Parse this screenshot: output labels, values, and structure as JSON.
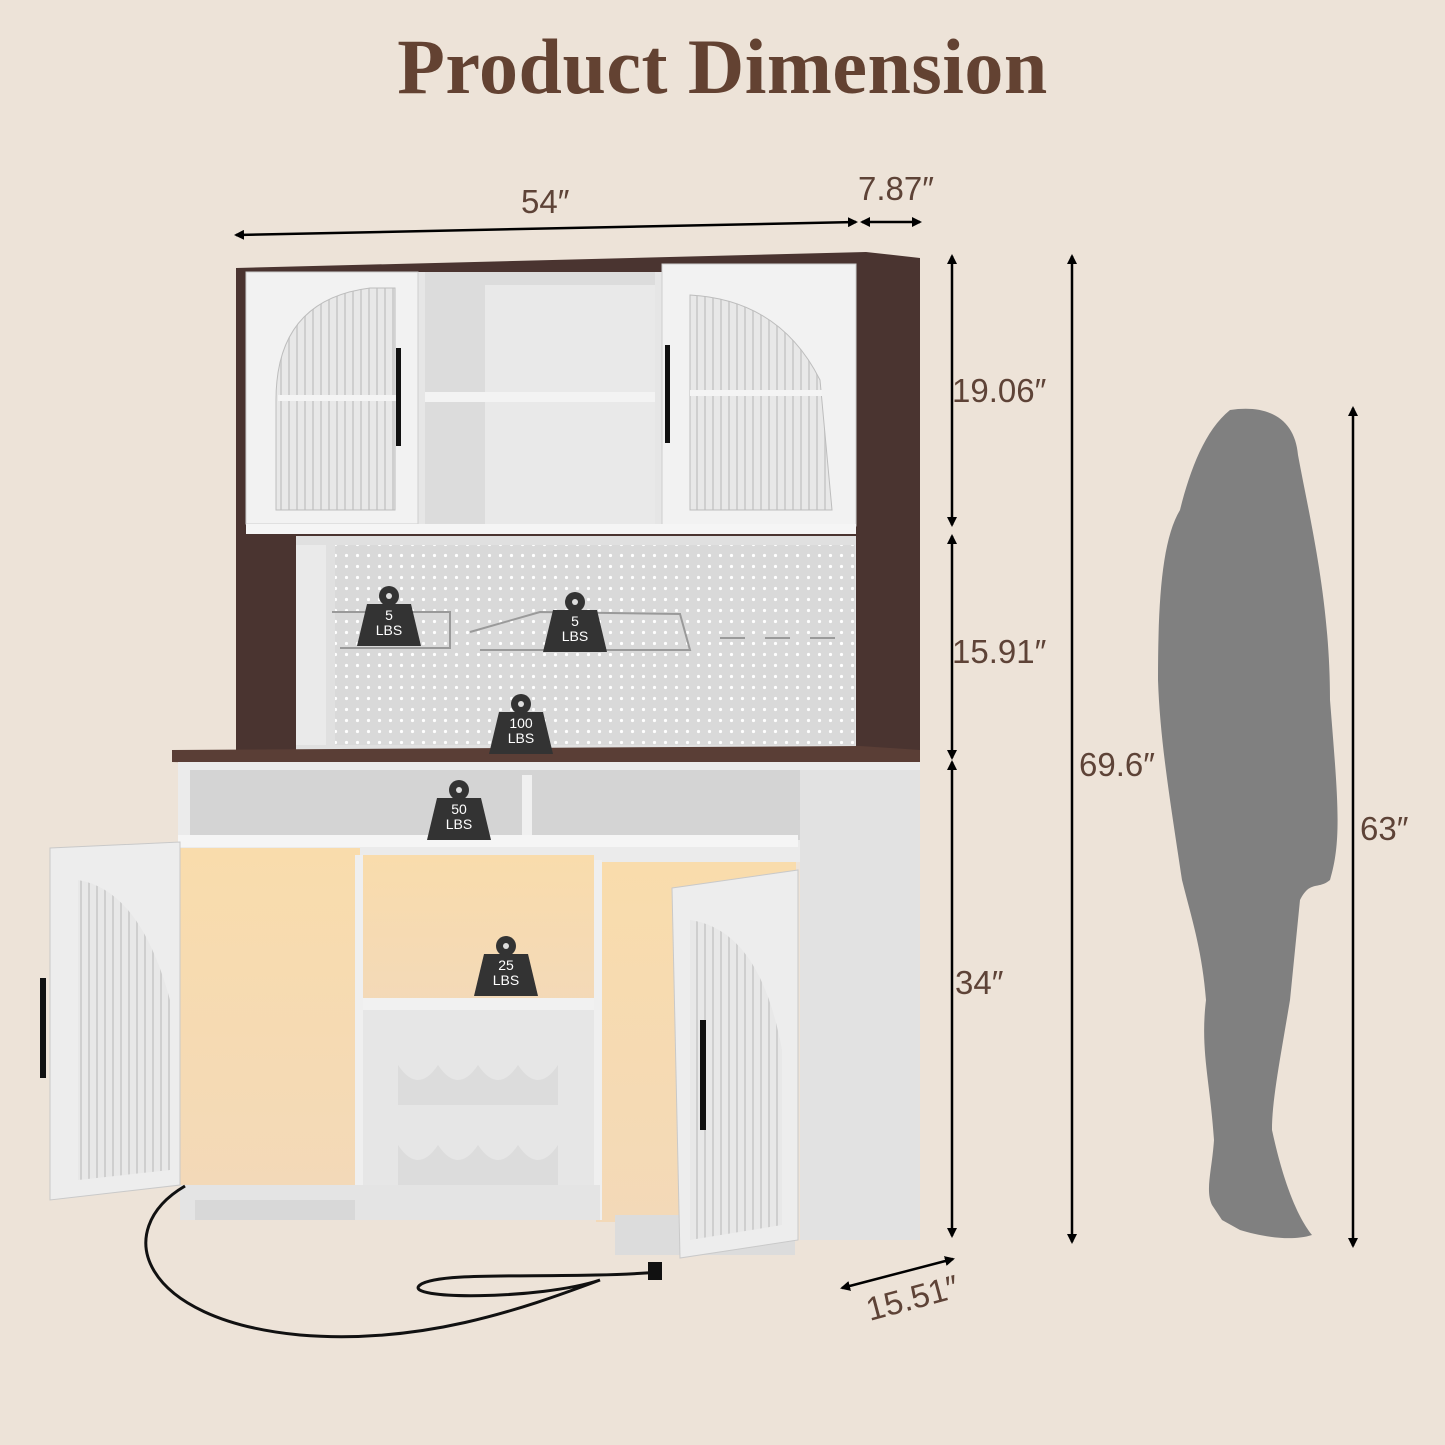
{
  "title": "Product Dimension",
  "colors": {
    "background": "#ede3d8",
    "title": "#634232",
    "label": "#5e4337",
    "wood_dark": "#4a3430",
    "cabinet_white": "#ececec",
    "warm_light": "#f6d9a8",
    "silhouette": "#808080",
    "weight_badge": "#333333"
  },
  "dimensions": {
    "width": "54″",
    "hutch_depth": "7.87″",
    "upper_cabinet_height": "19.06″",
    "pegboard_height": "15.91″",
    "base_height": "34″",
    "total_height": "69.6″",
    "base_depth": "15.51″",
    "person_height": "63″"
  },
  "weight_capacities": [
    {
      "id": "basket-left",
      "value": "5",
      "unit": "LBS"
    },
    {
      "id": "basket-center",
      "value": "5",
      "unit": "LBS"
    },
    {
      "id": "countertop",
      "value": "100",
      "unit": "LBS"
    },
    {
      "id": "open-shelf",
      "value": "50",
      "unit": "LBS"
    },
    {
      "id": "center-shelf",
      "value": "25",
      "unit": "LBS"
    }
  ]
}
